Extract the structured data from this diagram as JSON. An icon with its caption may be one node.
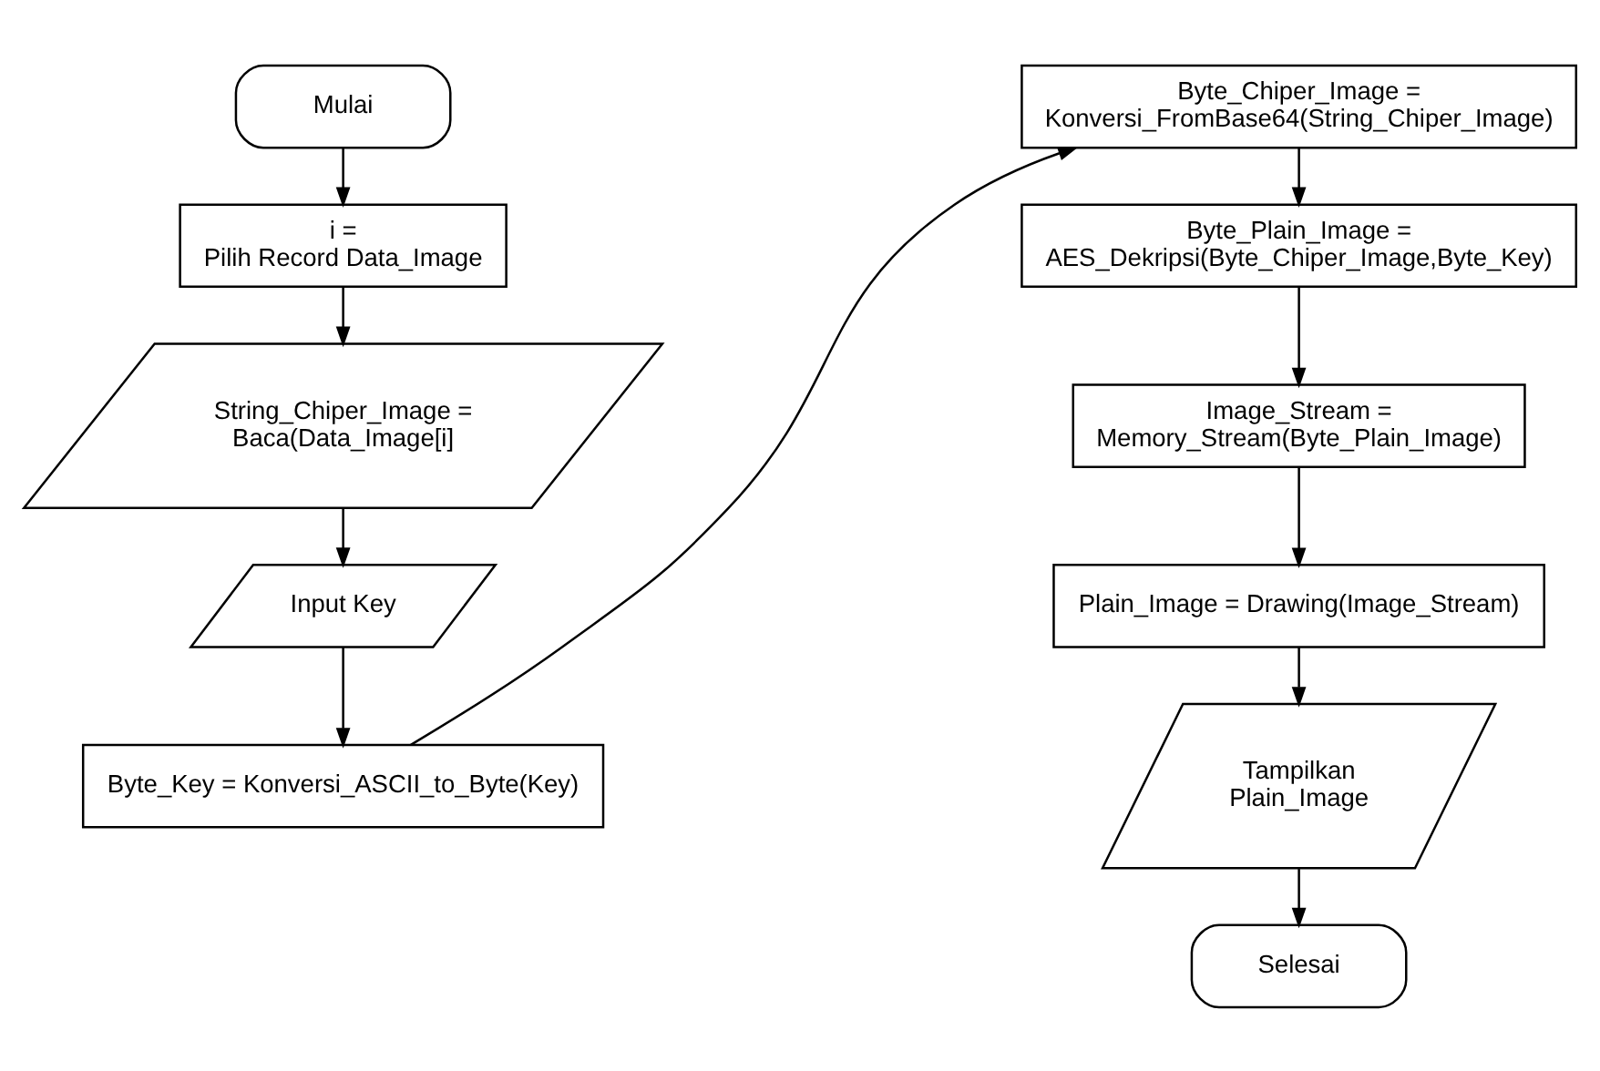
{
  "diagram": {
    "nodes": [
      {
        "text": [
          "Mulai"
        ]
      },
      {
        "text": [
          "i = Pilih Record Data_Image"
        ]
      },
      {
        "text": [
          "String_Chiper_Image = Baca(Data_Image[i]"
        ]
      },
      {
        "text": [
          "Input Key"
        ]
      },
      {
        "text": [
          "Byte_Key = Konversi_ASCII_to_Byte(Key)"
        ]
      },
      {
        "text": [
          "Byte_Chiper_Image = Konversi_FromBase64(String_Chiper_Image)"
        ]
      },
      {
        "text": [
          "Byte_Plain_Image = AES_Dekripsi(Byte_Chiper_Image,Byte_Key)"
        ]
      },
      {
        "text": [
          "Image_Stream = Memory_Stream(Byte_Plain_Image)"
        ]
      },
      {
        "text": [
          "Plain_Image = Drawing(Image_Stream)"
        ]
      },
      {
        "text": [
          "Tampilkan Plain_Image"
        ]
      },
      {
        "text": [
          "Selesai"
        ]
      }
    ],
    "edges": [
      {
        "from": 0,
        "to": 1,
        "arrow": "to"
      },
      {
        "from": 1,
        "to": 2,
        "arrow": "to"
      },
      {
        "from": 2,
        "to": 3,
        "arrow": "to"
      },
      {
        "from": 3,
        "to": 4,
        "arrow": "to"
      },
      {
        "from": 4,
        "to": 5,
        "arrow": "to"
      },
      {
        "from": 5,
        "to": 6,
        "arrow": "to"
      },
      {
        "from": 6,
        "to": 7,
        "arrow": "to"
      },
      {
        "from": 7,
        "to": 8,
        "arrow": "to"
      },
      {
        "from": 8,
        "to": 9,
        "arrow": "to"
      },
      {
        "from": 9,
        "to": 10,
        "arrow": "to"
      }
    ]
  }
}
